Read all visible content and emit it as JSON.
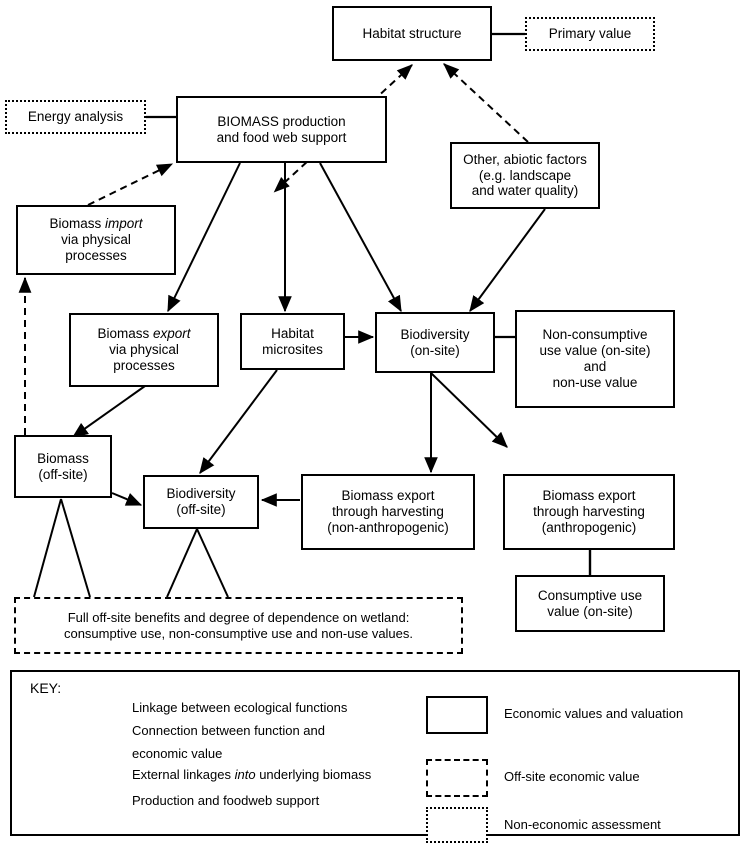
{
  "diagram": {
    "title": "Wetland ecological functions and economic values flow diagram",
    "nodes": [
      {
        "id": "habitat_structure",
        "label": "Habitat structure",
        "style": "solid"
      },
      {
        "id": "primary_value",
        "label": "Primary value",
        "style": "dotted"
      },
      {
        "id": "energy_analysis",
        "label": "Energy analysis",
        "style": "dotted"
      },
      {
        "id": "biomass_production",
        "line1": "BIOMASS production",
        "line2": "and food web support",
        "style": "solid"
      },
      {
        "id": "other_abiotic",
        "line1": "Other, abiotic factors",
        "line2": "(e.g. landscape",
        "line3": "and water quality)",
        "style": "solid"
      },
      {
        "id": "biomass_import",
        "line1a": "Biomass ",
        "line1b": "import",
        "line2": "via physical",
        "line3": "processes",
        "style": "solid"
      },
      {
        "id": "biomass_export_physical",
        "line1a": "Biomass ",
        "line1b": "export",
        "line2": "via physical",
        "line3": "processes",
        "style": "solid"
      },
      {
        "id": "habitat_microsites",
        "line1": "Habitat",
        "line2": "microsites",
        "style": "solid"
      },
      {
        "id": "biodiversity_onsite",
        "line1": "Biodiversity",
        "line2": "(on-site)",
        "style": "solid"
      },
      {
        "id": "non_consumptive",
        "line1": "Non-consumptive",
        "line2": "use value (on-site)",
        "line3": "and",
        "line4": "non-use value",
        "style": "solid"
      },
      {
        "id": "biomass_offsite",
        "line1": "Biomass",
        "line2": "(off-site)",
        "style": "solid"
      },
      {
        "id": "biodiversity_offsite",
        "line1": "Biodiversity",
        "line2": "(off-site)",
        "style": "solid"
      },
      {
        "id": "biomass_export_nonanthro",
        "line1": "Biomass export",
        "line2": "through harvesting",
        "line3": "(non-anthropogenic)",
        "style": "solid"
      },
      {
        "id": "biomass_export_anthro",
        "line1": "Biomass export",
        "line2": "through harvesting",
        "line3": "(anthropogenic)",
        "style": "solid"
      },
      {
        "id": "consumptive_use",
        "line1": "Consumptive use",
        "line2": "value (on-site)",
        "style": "solid"
      },
      {
        "id": "offsite_benefits",
        "line1": "Full off-site benefits and degree of dependence on wetland:",
        "line2": "consumptive use, non-consumptive use and non-use values.",
        "style": "dashed"
      }
    ]
  },
  "key": {
    "title": "KEY:",
    "lines": [
      {
        "symbol": "solid-arrow",
        "label": "Linkage between ecological functions"
      },
      {
        "symbol": "thick-line",
        "label_line1": "Connection between function and",
        "label_line2": "economic value"
      },
      {
        "symbol": "dashed-arrow",
        "label_a": "External linkages ",
        "label_b": "into",
        "label_c": " underlying biomass"
      },
      {
        "symbol": "dashed-double-arrow",
        "label": "Production and foodweb support"
      }
    ],
    "swatches": [
      {
        "symbol": "solid-box",
        "label": "Economic values and valuation"
      },
      {
        "symbol": "dashed-box",
        "label": "Off-site economic value"
      },
      {
        "symbol": "dotted-box",
        "label": "Non-economic assessment"
      }
    ]
  },
  "colors": {
    "ink": "#000000",
    "paper": "#ffffff"
  }
}
